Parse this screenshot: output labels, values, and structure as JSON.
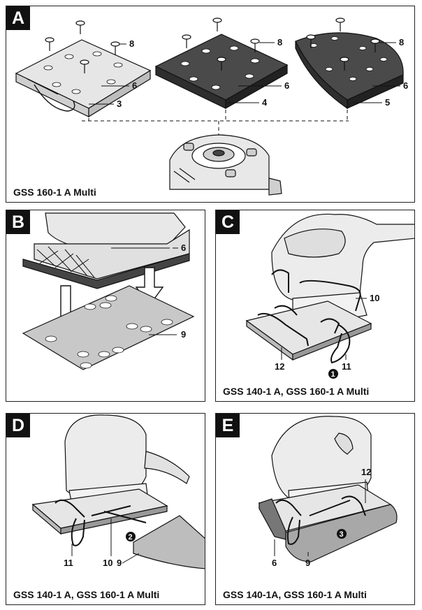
{
  "panels": {
    "A": {
      "tag": "A",
      "caption": "GSS 160-1 A Multi",
      "labels": {
        "p1_8": "8",
        "p1_6": "6",
        "p1_3": "3",
        "p2_8": "8",
        "p2_6": "6",
        "p2_4": "4",
        "p3_8": "8",
        "p3_6": "6",
        "p3_5": "5"
      }
    },
    "B": {
      "tag": "B",
      "labels": {
        "l6": "6",
        "l9": "9"
      }
    },
    "C": {
      "tag": "C",
      "caption": "GSS 140-1 A, GSS 160-1 A Multi",
      "labels": {
        "l10": "10",
        "l12": "12",
        "l11": "11",
        "step": "1"
      }
    },
    "D": {
      "tag": "D",
      "caption": "GSS 140-1 A, GSS 160-1 A Multi",
      "labels": {
        "l11": "11",
        "l10": "10",
        "l9": "9",
        "step": "2"
      }
    },
    "E": {
      "tag": "E",
      "caption": "GSS 140-1A, GSS 160-1 A Multi",
      "labels": {
        "l12": "12",
        "l6": "6",
        "l9": "9",
        "step": "3"
      }
    }
  },
  "colors": {
    "ink": "#111111",
    "light_fill": "#e4e4e4",
    "dark_fill": "#444444",
    "mid_fill": "#bdbdbd"
  }
}
